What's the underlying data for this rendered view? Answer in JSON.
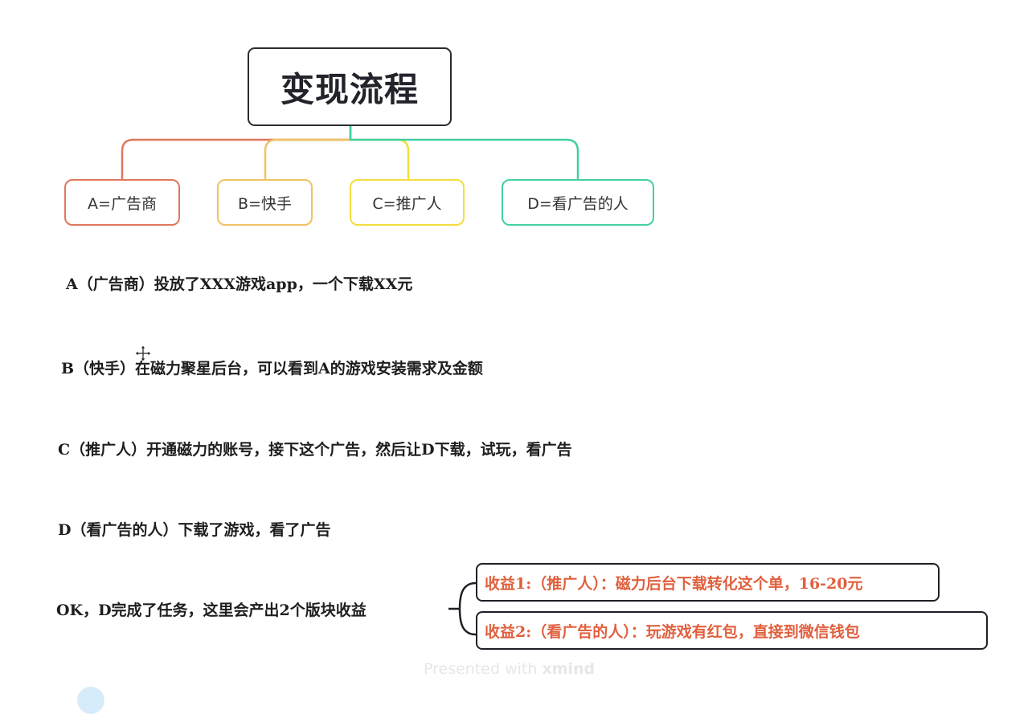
{
  "root": {
    "title": "变现流程"
  },
  "nodes": [
    {
      "label": "A=广告商",
      "color": "#e0775c"
    },
    {
      "label": "B=快手",
      "color": "#efc264"
    },
    {
      "label": "C=推广人",
      "color": "#f2de3c"
    },
    {
      "label": "D=看广告的人",
      "color": "#43cfa3"
    }
  ],
  "descriptions": {
    "a": "A（广告商）投放了XXX游戏app，一个下载XX元",
    "b": "B（快手）在磁力聚星后台，可以看到A的游戏安装需求及金额",
    "c": "C（推广人）开通磁力的账号，接下这个广告，然后让D下载，试玩，看广告",
    "d": "D（看广告的人）下载了游戏，看了广告",
    "ok": "OK，D完成了任务，这里会产出2个版块收益"
  },
  "incomes": [
    {
      "label": "收益1:（推广人）：磁力后台下载转化这个单，16-20元"
    },
    {
      "label": "收益2:（看广告的人）：玩游戏有红包，直接到微信钱包"
    }
  ],
  "watermark": {
    "prefix": "Presented with ",
    "brand": "xmind"
  },
  "colors": {
    "income_text": "#e0603e",
    "root_border": "#2b2b33",
    "income_border": "#1f1f27"
  },
  "icons": [
    "move-cursor-icon"
  ]
}
